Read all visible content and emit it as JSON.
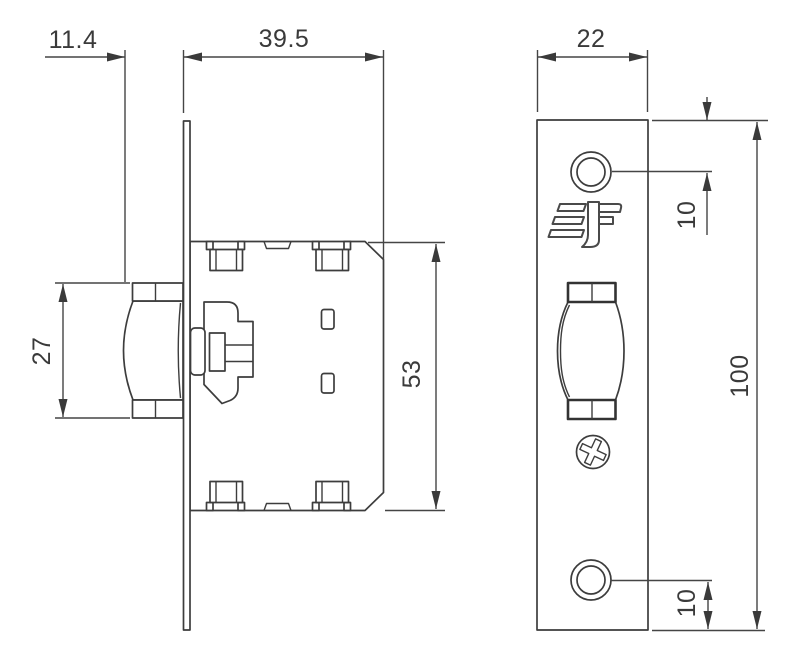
{
  "colors": {
    "background": "#ffffff",
    "line": "#3d3d3d",
    "dimension_line": "#454545",
    "text": "#3a3a3a"
  },
  "side_view": {
    "dimensions": {
      "bolt_projection": "11.4",
      "case_depth": "39.5",
      "bolt_height": "27",
      "case_height": "53"
    }
  },
  "front_view": {
    "dimensions": {
      "faceplate_width": "22",
      "top_hole_to_edge": "10",
      "faceplate_height": "100",
      "bottom_hole_to_edge": "10"
    }
  }
}
